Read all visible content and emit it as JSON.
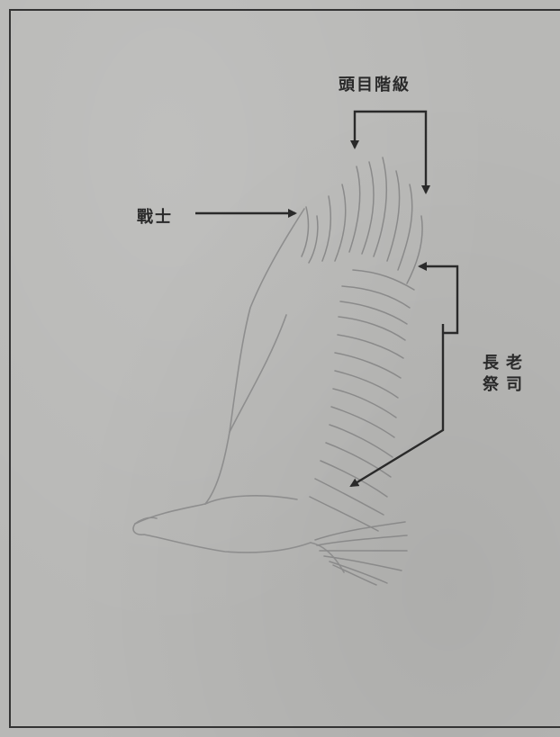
{
  "labels": {
    "head_rank": "頭目階級",
    "warrior": "戰士",
    "elder_col1": "長祭",
    "elder_col2": "老司"
  },
  "colors": {
    "background": "#b8b8b6",
    "ink": "#2a2a2a",
    "sketch": "#8c8c8c"
  },
  "figure": {
    "subject": "eagle-wing-sketch"
  }
}
